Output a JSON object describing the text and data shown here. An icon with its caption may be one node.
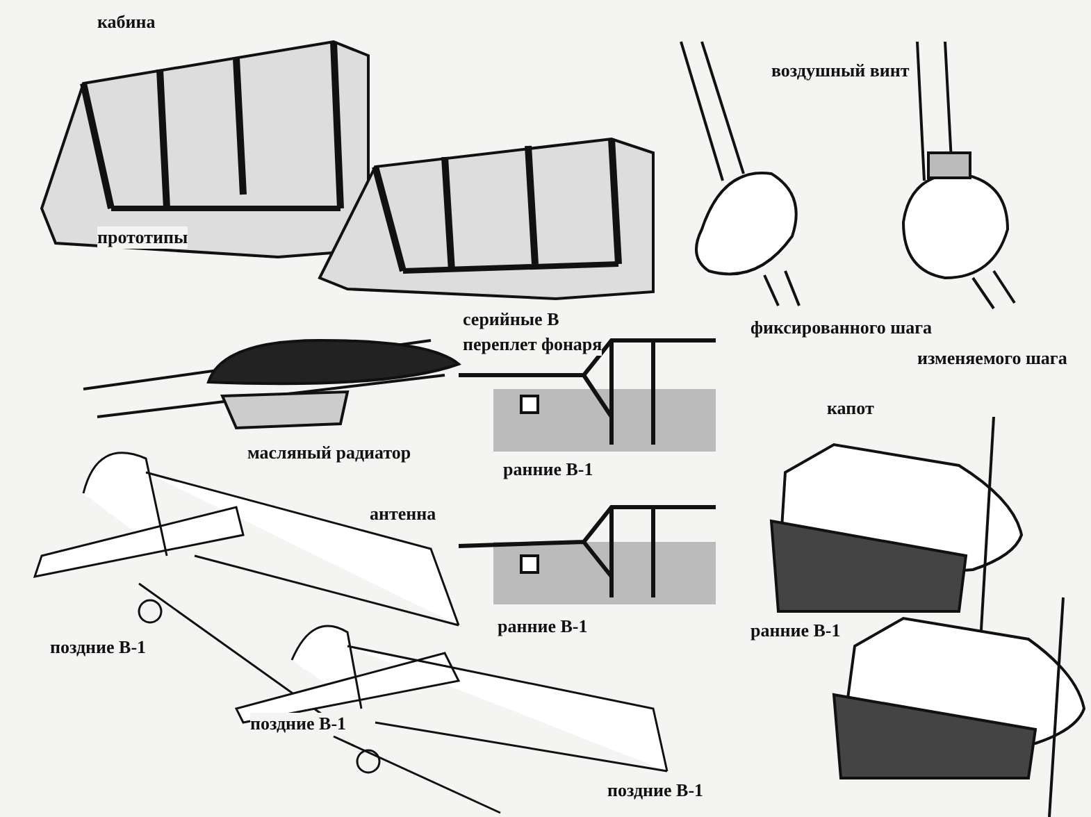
{
  "diagram": {
    "labels": [
      "кабина",
      "воздушный винт",
      "прототипы",
      "серийные В",
      "фиксированного шага",
      "изменяемого шага",
      "переплет фонаря",
      "капот",
      "масляный радиатор",
      "ранние В-1",
      "антенна",
      "ранние В-1",
      "поздние В-1",
      "ранние В-1",
      "поздние В-1",
      "поздние В-1"
    ]
  }
}
